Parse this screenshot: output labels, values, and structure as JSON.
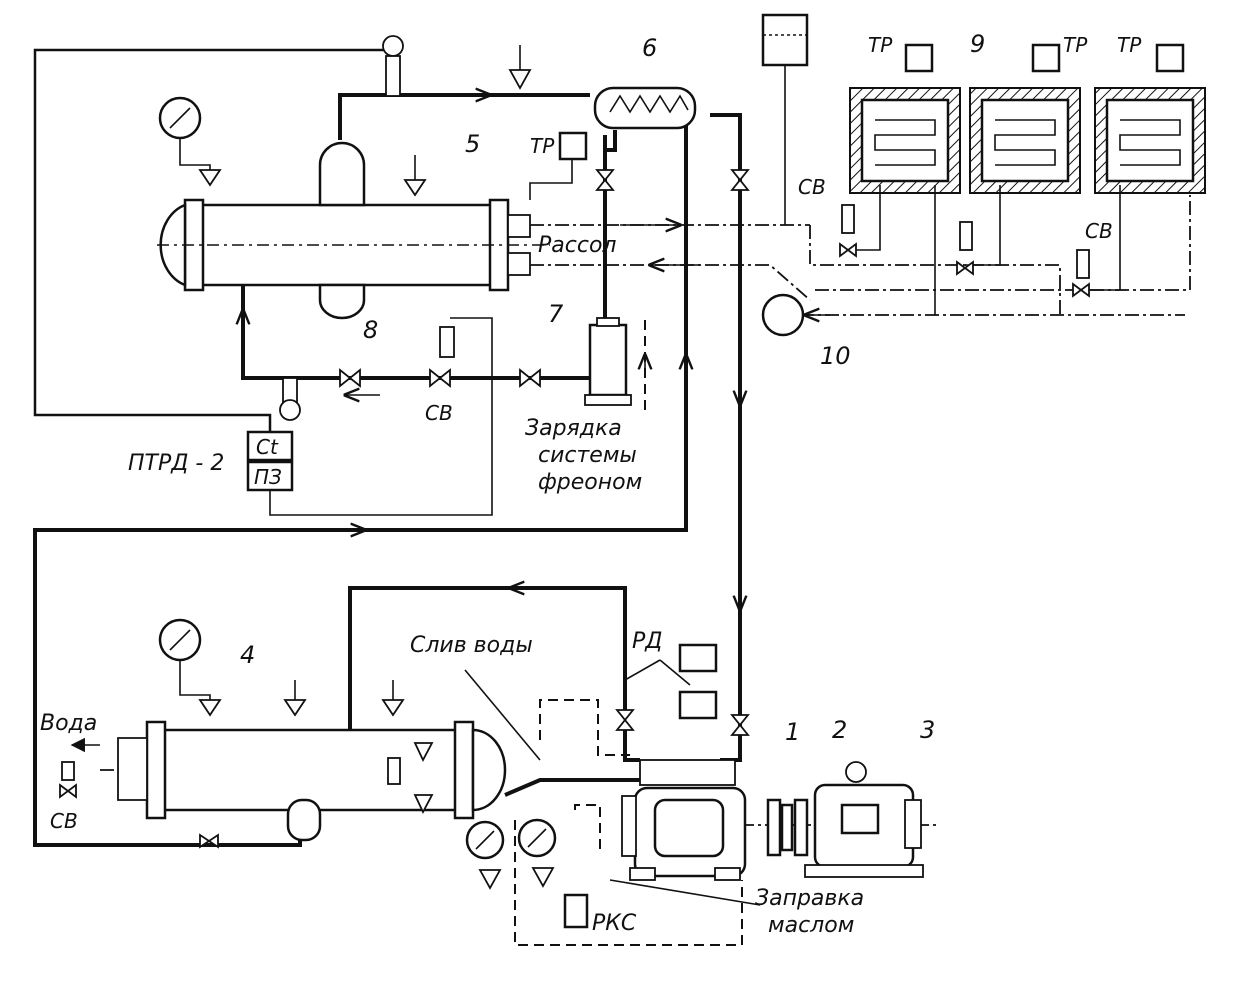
{
  "labels": {
    "n1": "1",
    "n2": "2",
    "n3": "3",
    "n4": "4",
    "n5": "5",
    "n6": "6",
    "n7": "7",
    "n8": "8",
    "n9": "9",
    "n10": "10",
    "ptrd": "ПТРД - 2",
    "ct": "Ct",
    "pz": "ПЗ",
    "rassol": "Рассол",
    "charge_1": "Зарядка",
    "charge_2": "системы",
    "charge_3": "фреоном",
    "drain": "Слив воды",
    "water": "Вода",
    "rd": "РД",
    "rks": "РКС",
    "oil_1": "Заправка",
    "oil_2": "маслом",
    "tr_1": "ТР",
    "tr_2": "ТР",
    "tr_3": "ТР",
    "tr_4": "ТР",
    "sv_1": "СВ",
    "sv_2": "СВ",
    "sv_3": "СВ",
    "sv_4": "СВ"
  }
}
